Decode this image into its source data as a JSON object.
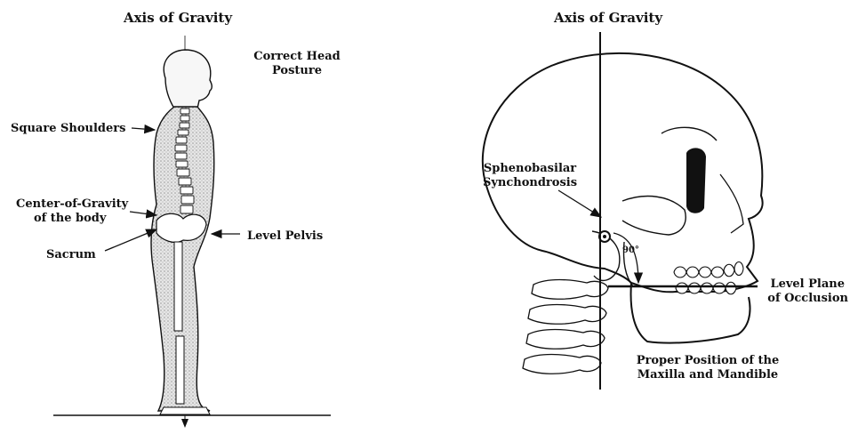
{
  "colors": {
    "ink": "#111111",
    "shade": "#bdbdbd",
    "paper": "#ffffff"
  },
  "body_diagram": {
    "title": "Axis of Gravity",
    "labels": {
      "head_posture_line1": "Correct Head",
      "head_posture_line2": "Posture",
      "shoulders": "Square Shoulders",
      "cog_line1": "Center-of-Gravity",
      "cog_line2": "of the body",
      "sacrum": "Sacrum",
      "pelvis": "Level Pelvis"
    }
  },
  "skull_diagram": {
    "title": "Axis of Gravity",
    "labels": {
      "spheno_line1": "Sphenobasilar",
      "spheno_line2": "Synchondrosis",
      "angle": "90°",
      "occlusion_line1": "Level Plane",
      "occlusion_line2": "of Occlusion",
      "position_line1": "Proper Position of the",
      "position_line2": "Maxilla and Mandible"
    }
  }
}
